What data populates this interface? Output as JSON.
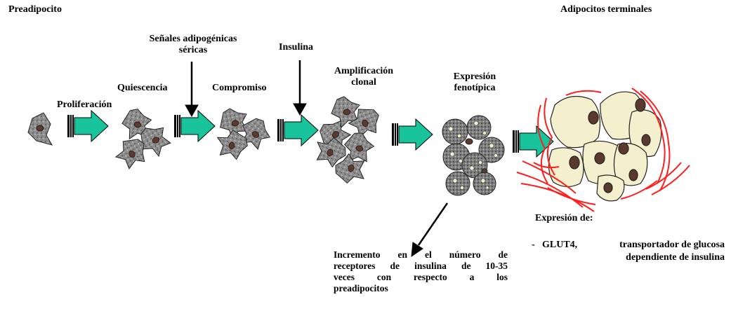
{
  "labels": {
    "preadipocito": "Preadipocito",
    "adipocitos_terminales": "Adipocitos terminales",
    "proliferacion": "Proliferación",
    "quiescencia": "Quiescencia",
    "senales_line1": "Señales adipogénicas",
    "senales_line2": "séricas",
    "compromiso": "Compromiso",
    "insulina": "Insulina",
    "amplificacion_line1": "Amplificación",
    "amplificacion_line2": "clonal",
    "expresion_line1": "Expresión",
    "expresion_line2": "fenotípica"
  },
  "note_receptores": {
    "line1": "Incremento en el número de",
    "line2": "receptores de insulina de 10-35",
    "line3": "veces con respecto a los",
    "line4": "preadipocitos"
  },
  "expresion_de": {
    "title": "Expresión de:",
    "bullet": "-",
    "item": "GLUT4,",
    "desc_line1": "transportador de glucosa",
    "desc_line2": "dependiente de insulina"
  },
  "colors": {
    "arrow_fill": "#19c39b",
    "cell_fill": "#8c8c8c",
    "nucleus": "#5a3a2e",
    "fat_cell": "#f4efcc",
    "vessel": "#ff1e1e"
  }
}
